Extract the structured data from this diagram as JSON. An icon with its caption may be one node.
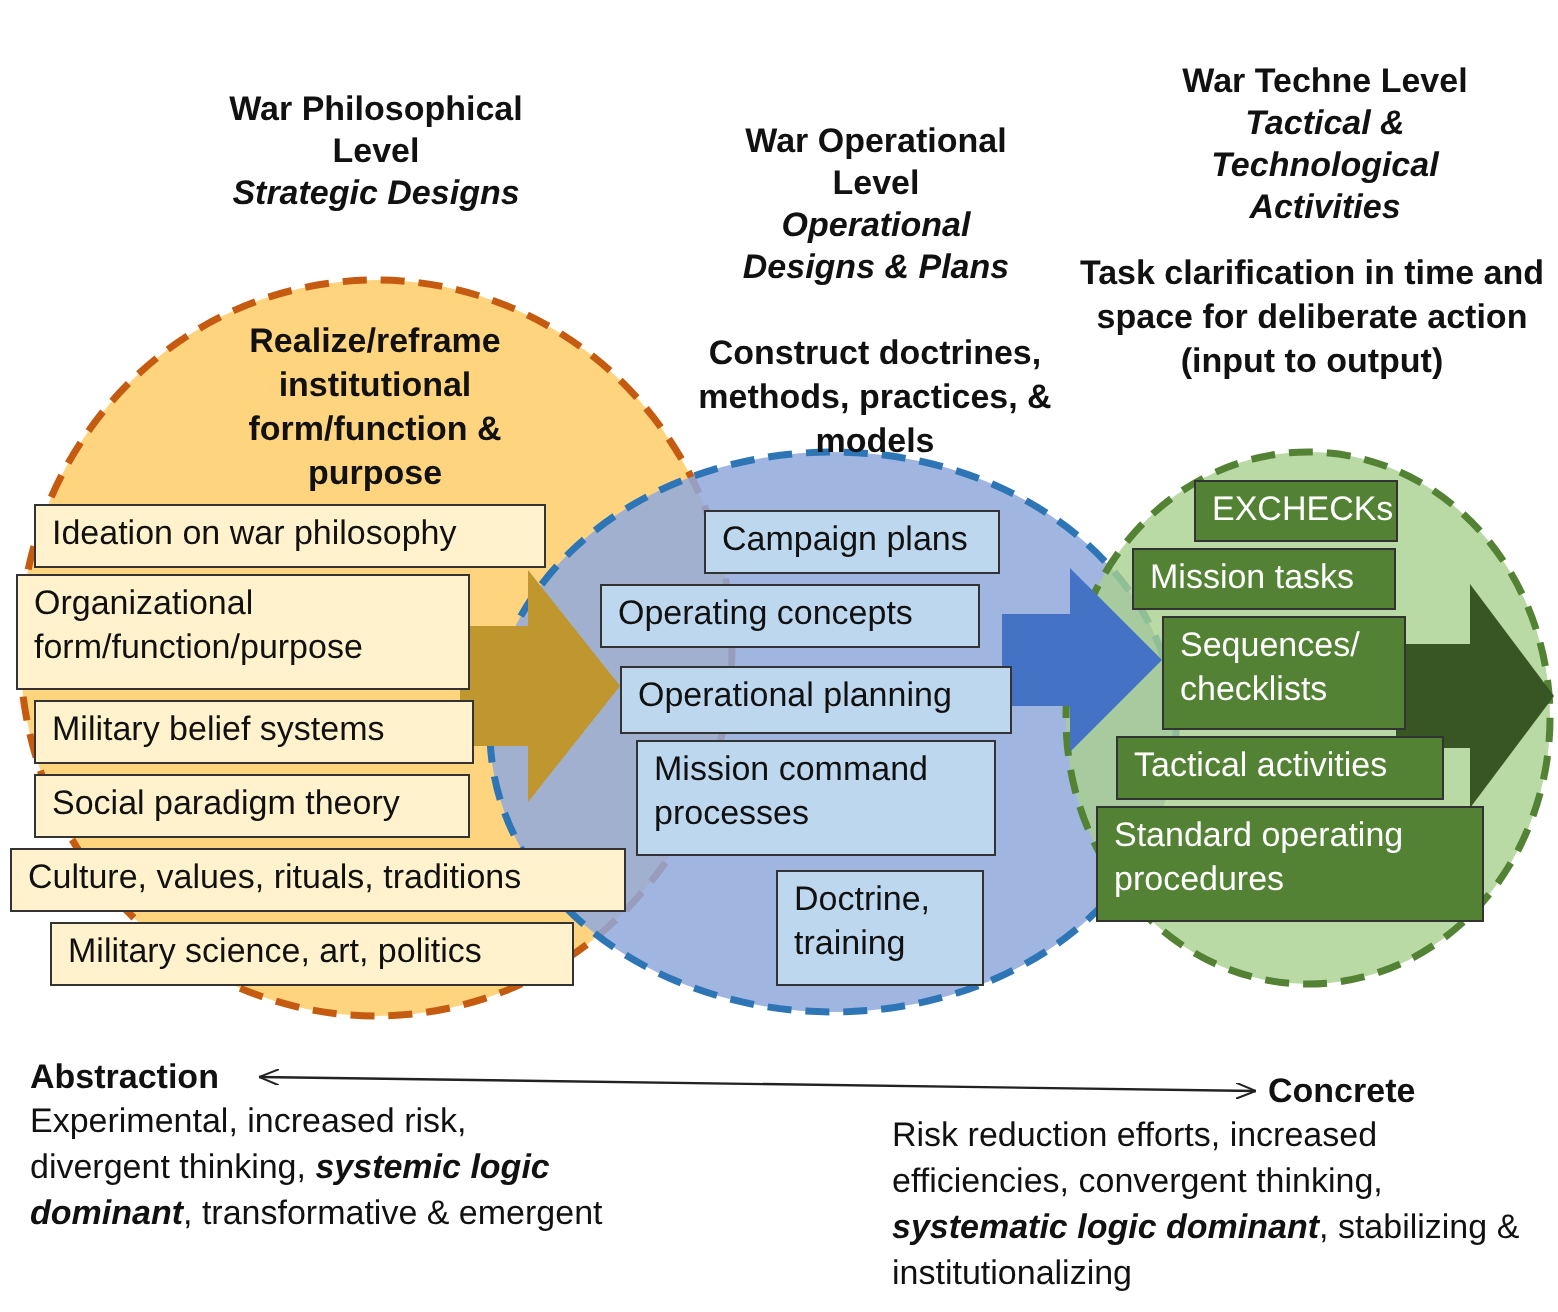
{
  "diagram": {
    "nodes": [
      {
        "text": [
          "War Philosophical Level",
          "Strategic Designs",
          "Realize/reframe institutional form/function & purpose"
        ]
      },
      {
        "text": [
          "Ideation on war philosophy"
        ],
        "in": 0
      },
      {
        "text": [
          "Organizational form/function/purpose"
        ],
        "in": 0
      },
      {
        "text": [
          "Military belief systems"
        ],
        "in": 0
      },
      {
        "text": [
          "Social paradigm theory"
        ],
        "in": 0
      },
      {
        "text": [
          "Culture, values, rituals, traditions"
        ],
        "in": 0
      },
      {
        "text": [
          "Military science, art, politics"
        ],
        "in": 0
      },
      {
        "text": [
          "War Operational Level",
          "Operational Designs & Plans",
          "Construct doctrines, methods, practices, & models"
        ]
      },
      {
        "text": [
          "Campaign plans"
        ],
        "in": 7
      },
      {
        "text": [
          "Operating concepts"
        ],
        "in": 7
      },
      {
        "text": [
          "Operational planning"
        ],
        "in": 7
      },
      {
        "text": [
          "Mission command processes"
        ],
        "in": 7
      },
      {
        "text": [
          "Doctrine, training"
        ],
        "in": 7
      },
      {
        "text": [
          "War Techne Level",
          "Tactical & Technological Activities",
          "Task clarification in time and space for deliberate action (input to output)"
        ]
      },
      {
        "text": [
          "EXCHECKs"
        ],
        "in": 13
      },
      {
        "text": [
          "Mission tasks"
        ],
        "in": 13
      },
      {
        "text": [
          "Sequences/ checklists"
        ],
        "in": 13
      },
      {
        "text": [
          "Tactical activities"
        ],
        "in": 13
      },
      {
        "text": [
          "Standard operating procedures"
        ],
        "in": 13
      },
      {
        "text": [
          "Abstraction",
          "Experimental, increased risk, divergent thinking, **systemic logic dominant**, transformative & emergent"
        ]
      },
      {
        "text": [
          "Concrete",
          "Risk reduction efforts, increased efficiencies, convergent thinking, **systematic logic dominant**, stabilizing & institutionalizing"
        ]
      }
    ],
    "edges": [
      {
        "from": 2,
        "to": 10,
        "arrow": "to",
        "style": "thick",
        "color": "#c0962e"
      },
      {
        "from": 10,
        "to": 16,
        "arrow": "to",
        "style": "thick",
        "color": "#4472c4"
      },
      {
        "from": 16,
        "to": null,
        "arrow": "to",
        "style": "thick",
        "color": "#375623"
      },
      {
        "from": 19,
        "to": 20,
        "arrow": "both",
        "color": "#222222"
      }
    ]
  }
}
